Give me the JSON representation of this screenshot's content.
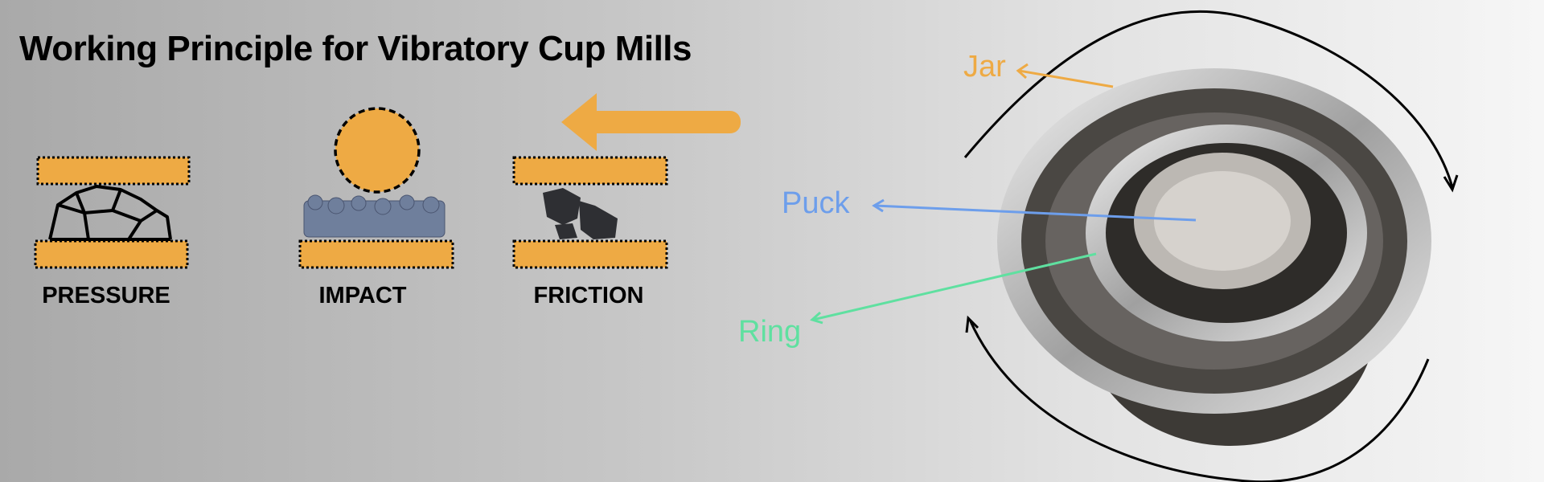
{
  "title": "Working Principle for Vibratory Cup Mills",
  "mechanisms": [
    {
      "label": "PRESSURE"
    },
    {
      "label": "IMPACT"
    },
    {
      "label": "FRICTION"
    }
  ],
  "parts": {
    "jar": "Jar",
    "puck": "Puck",
    "ring": "Ring"
  },
  "colors": {
    "pad": "#eeaa44",
    "jar": "#eeaa44",
    "puck": "#6d9eeb",
    "ring": "#5fe0a0"
  }
}
